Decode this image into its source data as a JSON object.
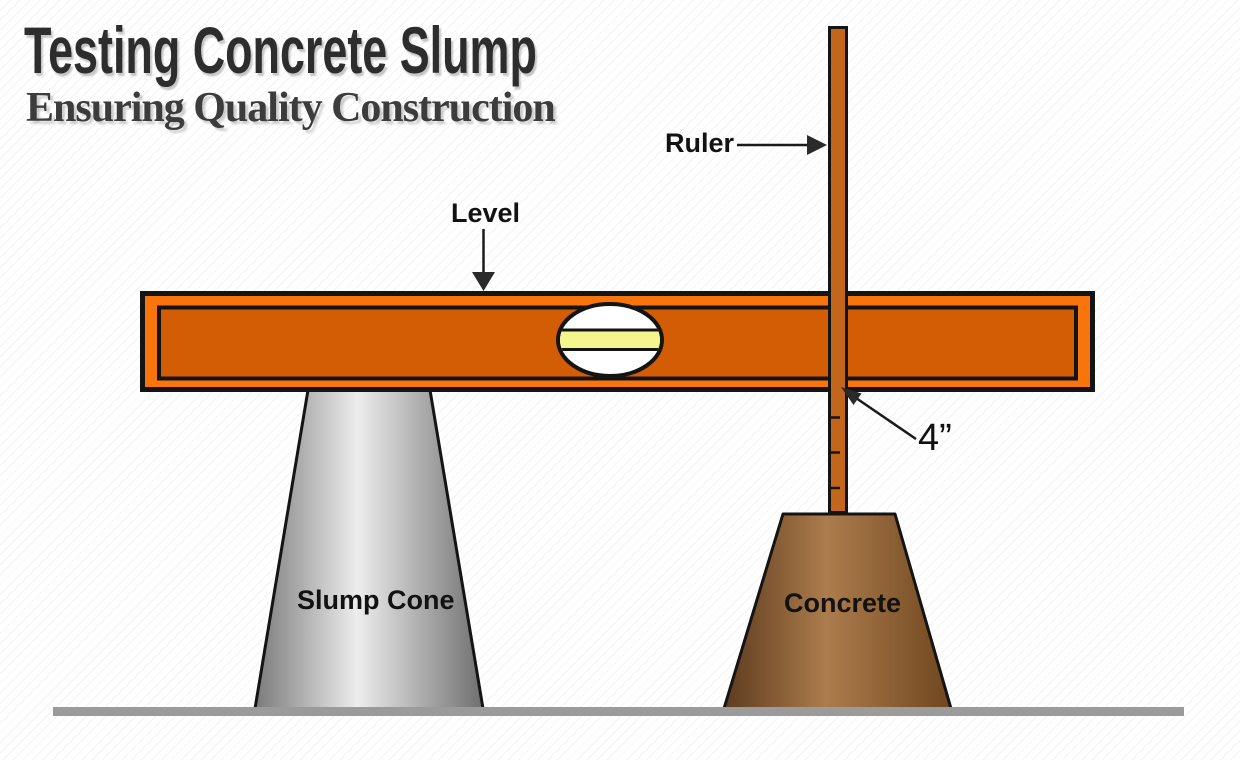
{
  "header": {
    "title": "Testing Concrete Slump",
    "subtitle": "Ensuring Quality Construction"
  },
  "labels": {
    "ruler": "Ruler",
    "level": "Level",
    "slump_cone": "Slump Cone",
    "concrete": "Concrete",
    "measurement": "4”"
  },
  "colors": {
    "level_frame_orange": "#F8750B",
    "level_panel_orange": "#D35D05",
    "ruler_brown": "#C2661C",
    "vial_white": "#FFFFFF",
    "vial_yellow": "#F5F58E",
    "cone_gray_dark": "#7A7A7A",
    "cone_gray_light": "#EDEDED",
    "cone_gray_right": "#6F6F6F",
    "concrete_dark": "#5D3B1E",
    "concrete_light": "#AC7C4C",
    "concrete_right": "#6F461F",
    "ground_gray": "#9B9B9B",
    "outline_black": "#141414",
    "title_color": "#2D2D2D",
    "subtitle_color": "#3C3C3C"
  }
}
